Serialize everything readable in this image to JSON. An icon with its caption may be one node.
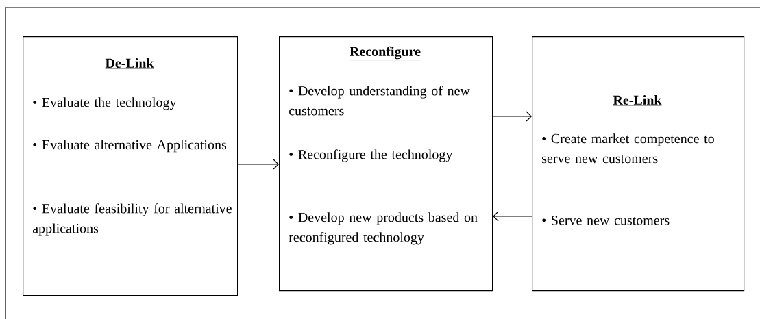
{
  "diagram": {
    "nodes": [
      {
        "text": [
          "De-Link",
          "• Evaluate the technology",
          "• Evaluate alternative Applications",
          "• Evaluate feasibility for alternative applications"
        ]
      },
      {
        "text": [
          "Reconfigure",
          "• Develop understanding of new customers",
          "• Reconfigure the technology",
          "• Develop new products based on reconfigured technology"
        ]
      },
      {
        "text": [
          "Re-Link",
          "• Create market competence to serve new customers",
          "• Serve new customers"
        ]
      }
    ],
    "edges": [
      {
        "from": 0,
        "to": 1,
        "arrow": "to"
      },
      {
        "from": 1,
        "to": 2,
        "arrow": "to"
      },
      {
        "from": 2,
        "to": 1,
        "arrow": "to"
      }
    ]
  }
}
